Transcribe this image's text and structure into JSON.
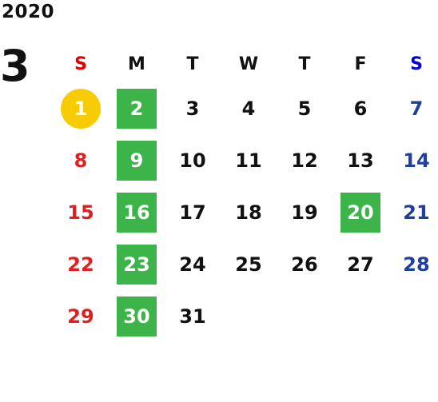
{
  "header": {
    "year": "2020",
    "month": "3"
  },
  "weekdays": [
    "S",
    "M",
    "T",
    "W",
    "T",
    "F",
    "S"
  ],
  "weeks": [
    [
      {
        "day": "1",
        "mark": "circle"
      },
      {
        "day": "2",
        "mark": "square"
      },
      {
        "day": "3"
      },
      {
        "day": "4"
      },
      {
        "day": "5"
      },
      {
        "day": "6"
      },
      {
        "day": "7"
      }
    ],
    [
      {
        "day": "8"
      },
      {
        "day": "9",
        "mark": "square"
      },
      {
        "day": "10"
      },
      {
        "day": "11"
      },
      {
        "day": "12"
      },
      {
        "day": "13"
      },
      {
        "day": "14"
      }
    ],
    [
      {
        "day": "15"
      },
      {
        "day": "16",
        "mark": "square"
      },
      {
        "day": "17"
      },
      {
        "day": "18"
      },
      {
        "day": "19"
      },
      {
        "day": "20",
        "mark": "square"
      },
      {
        "day": "21"
      }
    ],
    [
      {
        "day": "22"
      },
      {
        "day": "23",
        "mark": "square"
      },
      {
        "day": "24"
      },
      {
        "day": "25"
      },
      {
        "day": "26"
      },
      {
        "day": "27"
      },
      {
        "day": "28"
      }
    ],
    [
      {
        "day": "29"
      },
      {
        "day": "30",
        "mark": "square"
      },
      {
        "day": "31"
      },
      {
        "day": ""
      },
      {
        "day": ""
      },
      {
        "day": ""
      },
      {
        "day": ""
      }
    ]
  ],
  "colors": {
    "sunday": "#e02020",
    "saturday": "#1e3f9e",
    "highlight_square": "#3cb44a",
    "highlight_circle": "#f7cc05",
    "text": "#111111"
  }
}
